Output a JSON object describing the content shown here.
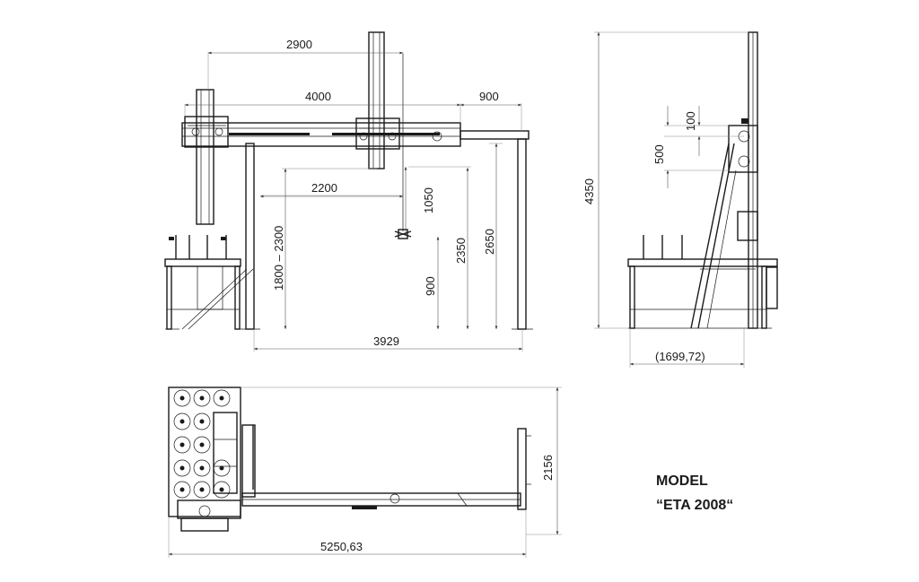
{
  "dimensions": {
    "front": {
      "d2900": "2900",
      "d4000": "4000",
      "d900_top": "900",
      "d2200": "2200",
      "d1050": "1050",
      "d1800_2300": "1800 – 2300",
      "d900_low": "900",
      "d2350": "2350",
      "d2650": "2650",
      "d3929": "3929"
    },
    "side": {
      "d100": "100",
      "d500": "500",
      "d4350": "4350",
      "d1699": "(1699,72)"
    },
    "top": {
      "d2156": "2156",
      "d5250": "5250,63"
    }
  },
  "model": {
    "line1": "MODEL",
    "line2": "“ETA 2008“"
  }
}
